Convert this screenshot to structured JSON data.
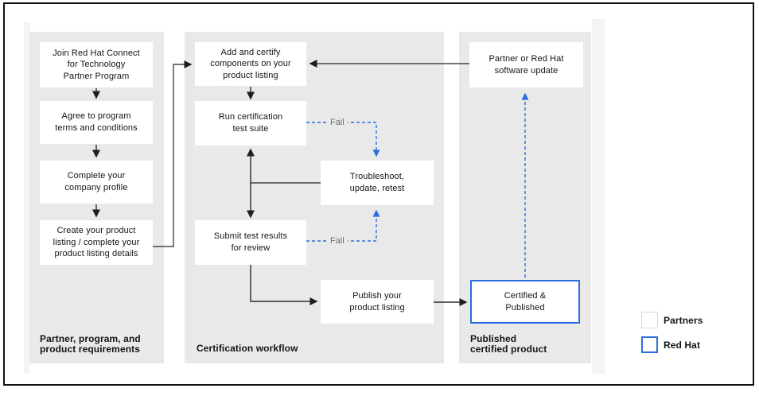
{
  "diagram": {
    "panels": [
      {
        "label": "Partner, program, and\nproduct requirements",
        "boxes": [
          {
            "text": "Join Red Hat Connect\nfor Technology\nPartner Program"
          },
          {
            "text": "Agree to program\nterms and conditions"
          },
          {
            "text": "Complete your\ncompany profile"
          },
          {
            "text": "Create your product\nlisting / complete your\nproduct listing details"
          }
        ]
      },
      {
        "label": "Certification workflow",
        "boxes": [
          {
            "text": "Add and certify\ncomponents on your\nproduct listing"
          },
          {
            "text": "Run certification\ntest suite"
          },
          {
            "text": "Troubleshoot,\nupdate, retest"
          },
          {
            "text": "Submit test results\nfor review"
          },
          {
            "text": "Publish your\nproduct listing"
          }
        ]
      },
      {
        "label": "Published\ncertified product",
        "boxes": [
          {
            "text": "Partner or Red Hat\nsoftware update"
          },
          {
            "text": "Certified &\nPublished",
            "highlighted": true
          }
        ]
      }
    ],
    "fail_label_1": "Fail",
    "fail_label_2": "Fail",
    "legend": {
      "partners_label": "Partners",
      "redhat_label": "Red Hat"
    },
    "colors": {
      "panel_bg": "#e9e9e9",
      "edge_strip_bg": "#f4f4f4",
      "node_bg": "#ffffff",
      "line_black": "#2a2a2a",
      "accent_blue": "#2b6fe0",
      "fail_text": "#6a6e73",
      "text": "#151515",
      "partners_swatch_border": "#d9d9d9"
    }
  }
}
